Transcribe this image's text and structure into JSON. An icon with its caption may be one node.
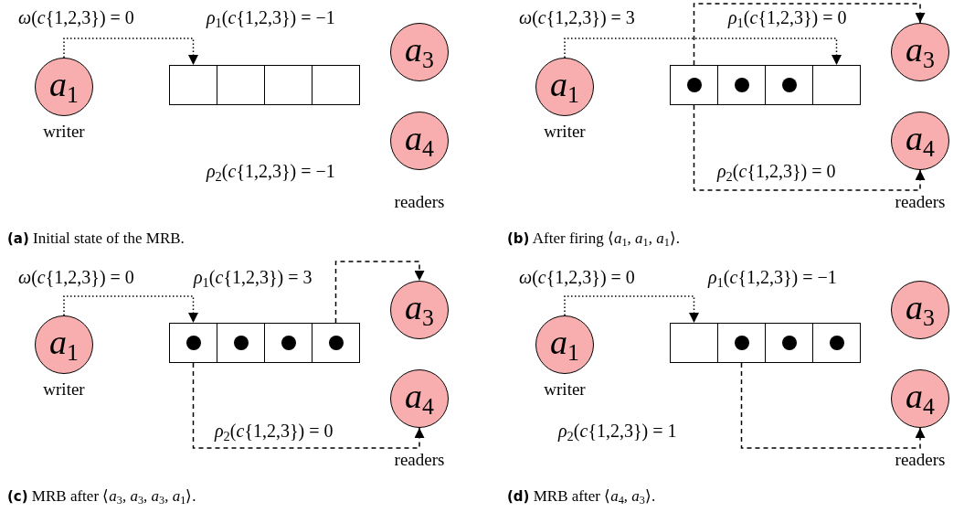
{
  "diagram": {
    "nodes": [
      {
        "text": [
          "*a*$_{1}$"
        ],
        "beside": [
          "writer"
        ]
      },
      {
        "text": [],
        "shape": "box"
      },
      {
        "text": [],
        "shape": "box"
      },
      {
        "text": [],
        "shape": "box"
      },
      {
        "text": [],
        "shape": "box"
      },
      {
        "text": [
          "*a*$_{3}$"
        ]
      },
      {
        "text": [
          "*a*$_{4}$"
        ],
        "beside": [
          "readers"
        ]
      },
      {
        "text": [
          "*a*$_{1}$"
        ],
        "beside": [
          "writer"
        ]
      },
      {
        "text": [],
        "shape": "box"
      },
      {
        "text": [],
        "shape": "circle",
        "in": 8
      },
      {
        "text": [],
        "shape": "box"
      },
      {
        "text": [],
        "shape": "circle",
        "in": 10
      },
      {
        "text": [],
        "shape": "box"
      },
      {
        "text": [],
        "shape": "circle",
        "in": 12
      },
      {
        "text": [],
        "shape": "box"
      },
      {
        "text": [
          "*a*$_{3}$"
        ]
      },
      {
        "text": [
          "*a*$_{4}$"
        ],
        "beside": [
          "readers"
        ]
      },
      {
        "text": [
          "*a*$_{1}$"
        ],
        "beside": [
          "writer"
        ]
      },
      {
        "text": [],
        "shape": "box"
      },
      {
        "text": [],
        "shape": "circle",
        "in": 18
      },
      {
        "text": [],
        "shape": "box"
      },
      {
        "text": [],
        "shape": "circle",
        "in": 20
      },
      {
        "text": [],
        "shape": "box"
      },
      {
        "text": [],
        "shape": "circle",
        "in": 22
      },
      {
        "text": [],
        "shape": "box"
      },
      {
        "text": [],
        "shape": "circle",
        "in": 24
      },
      {
        "text": [
          "*a*$_{3}$"
        ]
      },
      {
        "text": [
          "*a*$_{4}$"
        ],
        "beside": [
          "readers"
        ]
      },
      {
        "text": [
          "*a*$_{1}$"
        ],
        "beside": [
          "writer"
        ]
      },
      {
        "text": [],
        "shape": "box"
      },
      {
        "text": [],
        "shape": "box"
      },
      {
        "text": [],
        "shape": "circle",
        "in": 30
      },
      {
        "text": [],
        "shape": "box"
      },
      {
        "text": [],
        "shape": "circle",
        "in": 32
      },
      {
        "text": [],
        "shape": "box"
      },
      {
        "text": [],
        "shape": "circle",
        "in": 34
      },
      {
        "text": [
          "*a*$_{3}$"
        ]
      },
      {
        "text": [
          "*a*$_{4}$"
        ],
        "beside": [
          "readers"
        ]
      }
    ],
    "edges": [
      {
        "from": 0,
        "to": 1,
        "arrow": "to"
      },
      {
        "from": 7,
        "to": 14,
        "arrow": "to"
      },
      {
        "from": 8,
        "to": 15,
        "arrow": "to",
        "style": "dashed"
      },
      {
        "from": 8,
        "to": 16,
        "arrow": "to",
        "style": "dashed"
      },
      {
        "from": 17,
        "to": 18,
        "arrow": "to"
      },
      {
        "from": 24,
        "to": 26,
        "arrow": "to",
        "style": "dashed"
      },
      {
        "from": 18,
        "to": 27,
        "arrow": "to",
        "style": "dashed"
      },
      {
        "from": 28,
        "to": 29,
        "arrow": "to"
      },
      {
        "from": 30,
        "to": 37,
        "arrow": "to",
        "style": "dashed"
      }
    ],
    "labels": [
      "*ω*(*c*{1,2,3}) = 0",
      "*ρ*$_{1}$(*c*{1,2,3}) = −1",
      "*ρ*$_{2}$(*c*{1,2,3}) = −1",
      "**(a)** Initial state of the MRB.",
      "*ω*(*c*{1,2,3}) = 3",
      "*ρ*$_{1}$(*c*{1,2,3}) = 0",
      "*ρ*$_{2}$(*c*{1,2,3}) = 0",
      "**(b)** After firing ⟨*a*$_{1}$, *a*$_{1}$, *a*$_{1}$⟩.",
      "*ω*(*c*{1,2,3}) = 0",
      "*ρ*$_{1}$(*c*{1,2,3}) = 3",
      "*ρ*$_{2}$(*c*{1,2,3}) = 0",
      "**(c)** MRB after ⟨*a*$_{3}$, *a*$_{3}$, *a*$_{3}$, *a*$_{1}$⟩.",
      "*ω*(*c*{1,2,3}) = 0",
      "*ρ*$_{1}$(*c*{1,2,3}) = −1",
      "*ρ*$_{2}$(*c*{1,2,3}) = 1",
      "**(d)** MRB after ⟨*a*$_{4}$, *a*$_{3}$⟩."
    ]
  }
}
